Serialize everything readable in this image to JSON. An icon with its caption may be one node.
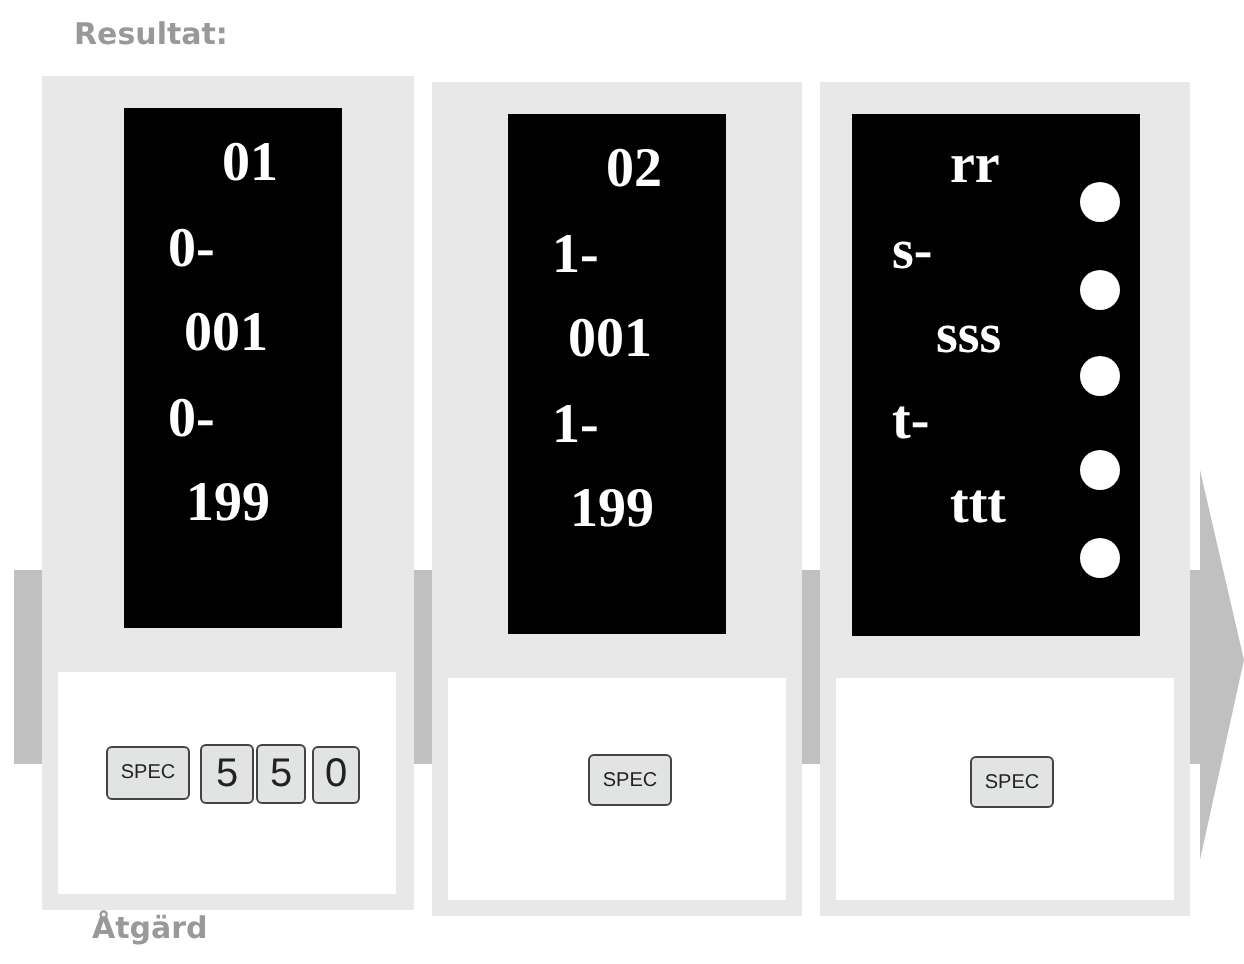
{
  "diagram": {
    "nodes": [
      {
        "text": [],
        "shape": "box"
      },
      {
        "text": [
          "01",
          "0-",
          "001",
          "0-",
          "199"
        ],
        "in": 0
      },
      {
        "text": [],
        "shape": "box",
        "in": 0
      },
      {
        "text": [
          "SPEC"
        ],
        "in": 2
      },
      {
        "text": [
          "5"
        ],
        "in": 2
      },
      {
        "text": [
          "5"
        ],
        "in": 2
      },
      {
        "text": [
          "0"
        ],
        "in": 2
      },
      {
        "text": [],
        "shape": "box"
      },
      {
        "text": [
          "02",
          "1-",
          "001",
          "1-",
          "199"
        ],
        "in": 7
      },
      {
        "text": [],
        "shape": "box",
        "in": 7
      },
      {
        "text": [
          "SPEC"
        ],
        "in": 9
      },
      {
        "text": [],
        "shape": "box"
      },
      {
        "text": [
          "rr",
          "s-",
          "sss",
          "t-",
          "ttt"
        ],
        "in": 11
      },
      {
        "text": [],
        "shape": "box",
        "in": 11
      },
      {
        "text": [
          "SPEC"
        ],
        "in": 13
      }
    ],
    "edges": [
      {
        "from": 0,
        "to": 7,
        "arrow": "to"
      },
      {
        "from": 7,
        "to": 11,
        "arrow": "to"
      }
    ],
    "labels": [
      "Resultat:",
      "Åtgärd"
    ]
  }
}
